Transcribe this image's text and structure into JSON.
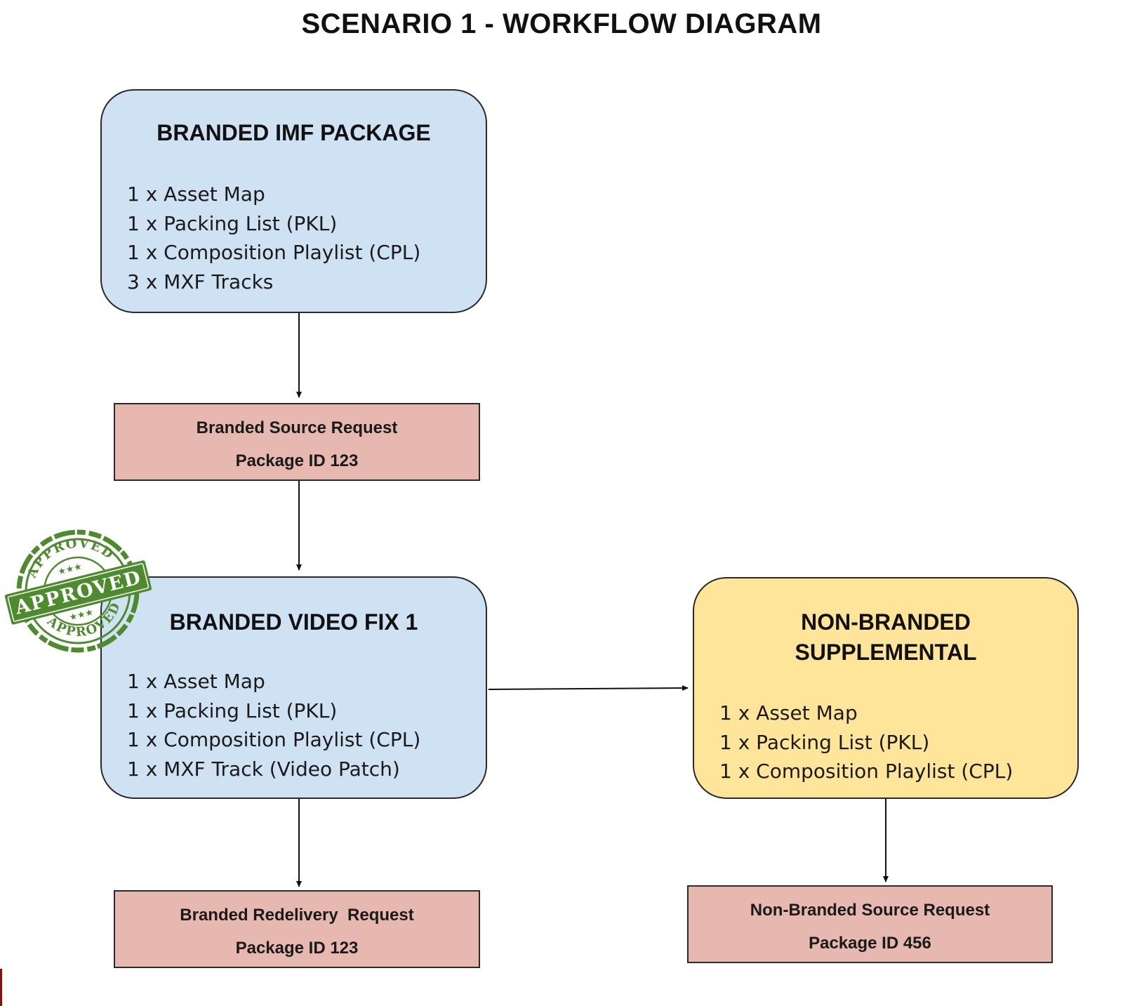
{
  "diagram": {
    "title": "SCENARIO 1 - WORKFLOW DIAGRAM",
    "packages": [
      {
        "id": "branded-imf-package",
        "title_lines": [
          "BRANDED IMF PACKAGE"
        ],
        "items": [
          "1 x Asset Map",
          "1 x Packing List (PKL)",
          "1 x Composition Playlist (CPL)",
          "3 x MXF Tracks"
        ],
        "fill": "#cfe2f3"
      },
      {
        "id": "branded-video-fix-1",
        "title_lines": [
          "BRANDED VIDEO FIX 1"
        ],
        "items": [
          "1 x Asset Map",
          "1 x Packing List (PKL)",
          "1 x Composition Playlist (CPL)",
          "1 x MXF Track (Video Patch)"
        ],
        "fill": "#cfe2f3"
      },
      {
        "id": "non-branded-supplemental",
        "title_lines": [
          "NON-BRANDED",
          "SUPPLEMENTAL"
        ],
        "items": [
          "1 x Asset Map",
          "1 x Packing List (PKL)",
          "1 x Composition Playlist (CPL)"
        ],
        "fill": "#ffe599"
      }
    ],
    "requests": [
      {
        "id": "branded-source-request",
        "lines": [
          "Branded Source Request",
          "Package ID 123"
        ]
      },
      {
        "id": "branded-redelivery-request",
        "lines": [
          "Branded Redelivery  Request",
          "Package ID 123"
        ]
      },
      {
        "id": "non-branded-source-request",
        "lines": [
          "Non-Branded Source Request",
          "Package ID 456"
        ]
      }
    ],
    "request_fill": "#e6b8af",
    "edges": [
      {
        "from": "branded-imf-package",
        "to": "branded-source-request"
      },
      {
        "from": "branded-source-request",
        "to": "branded-video-fix-1"
      },
      {
        "from": "branded-video-fix-1",
        "to": "non-branded-supplemental"
      },
      {
        "from": "branded-video-fix-1",
        "to": "branded-redelivery-request"
      },
      {
        "from": "non-branded-supplemental",
        "to": "non-branded-source-request"
      }
    ]
  },
  "stamp": {
    "center_text": "APPROVED",
    "ring_text": "APPROVED",
    "color": "#4e8a2e"
  }
}
